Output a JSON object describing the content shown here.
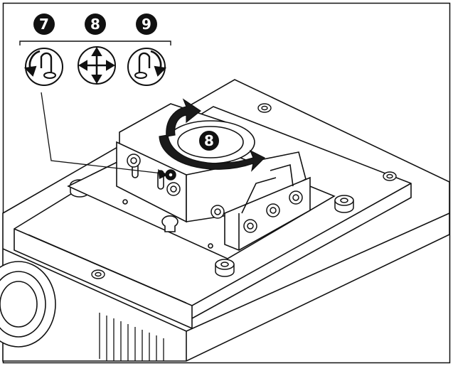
{
  "callouts": {
    "step7": "7",
    "step8": "8",
    "step9": "9",
    "rotation_label": "8"
  },
  "icons": {
    "step7": "rotate-counterclockwise-icon",
    "step8": "move-arrows-icon",
    "step9": "rotate-clockwise-icon"
  },
  "colors": {
    "ink": "#111111",
    "paper": "#ffffff",
    "rotation_arrow": "#1a1a1a"
  }
}
